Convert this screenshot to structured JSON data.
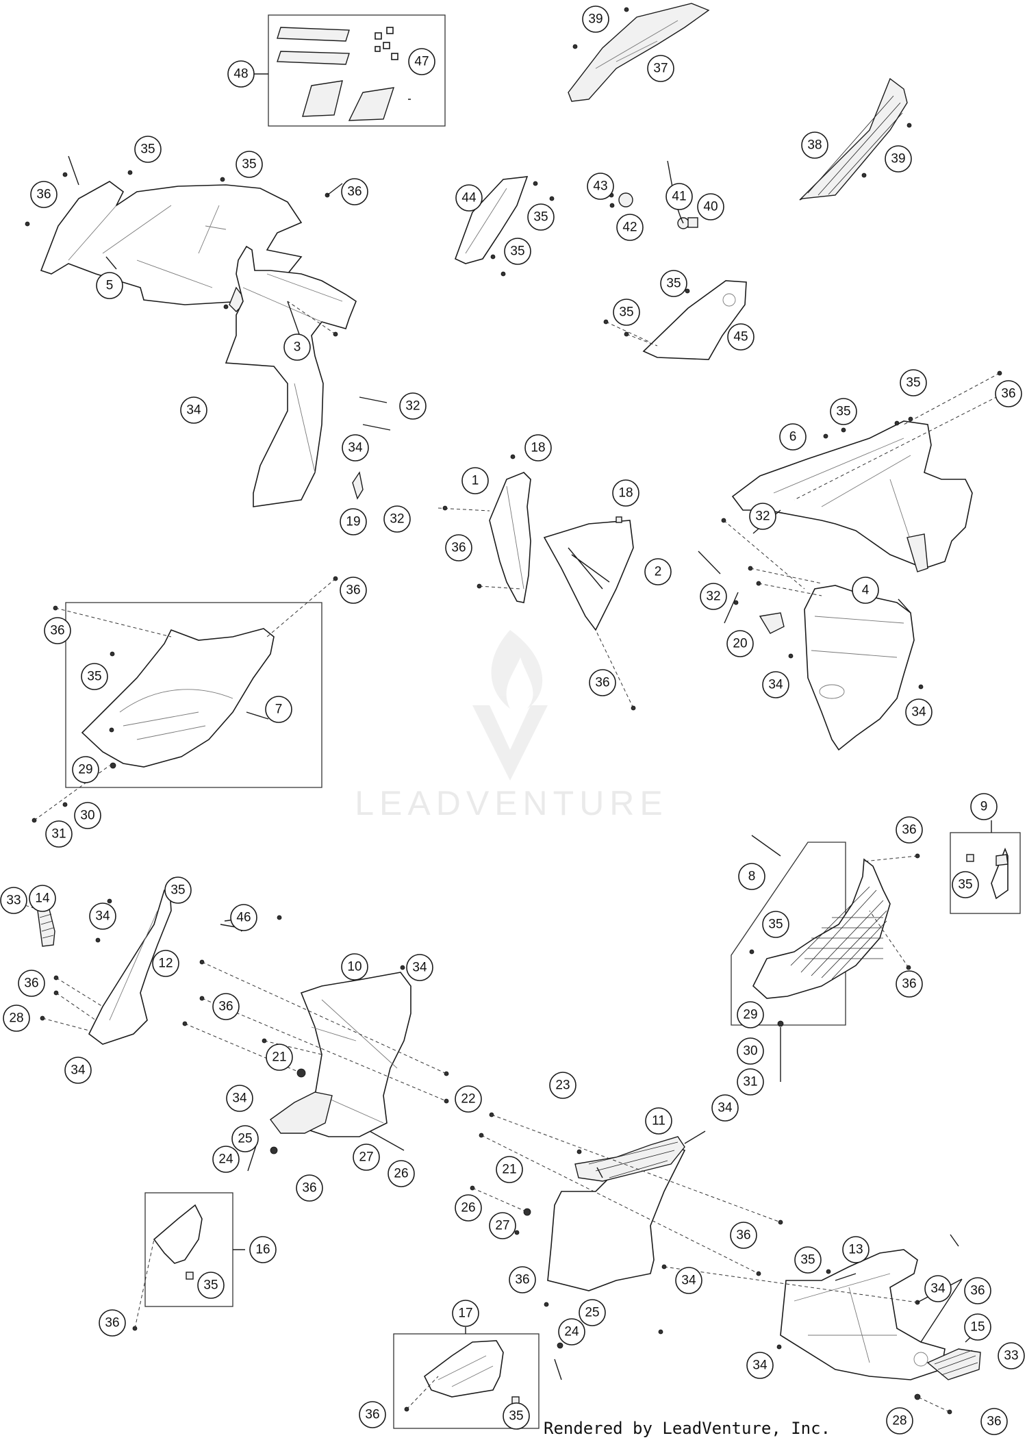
{
  "diagram": {
    "callouts": [
      "1",
      "2",
      "3",
      "4",
      "5",
      "6",
      "7",
      "8",
      "9",
      "10",
      "11",
      "12",
      "13",
      "14",
      "15",
      "16",
      "17",
      "18",
      "19",
      "20",
      "21",
      "22",
      "23",
      "24",
      "25",
      "26",
      "27",
      "28",
      "29",
      "30",
      "31",
      "32",
      "33",
      "34",
      "35",
      "36",
      "37",
      "38",
      "39",
      "40",
      "41",
      "42",
      "43",
      "44",
      "45",
      "46",
      "47",
      "48"
    ]
  },
  "watermark": {
    "text": "LEADVENTURE"
  },
  "footer": {
    "text": "Rendered by LeadVenture, Inc."
  }
}
